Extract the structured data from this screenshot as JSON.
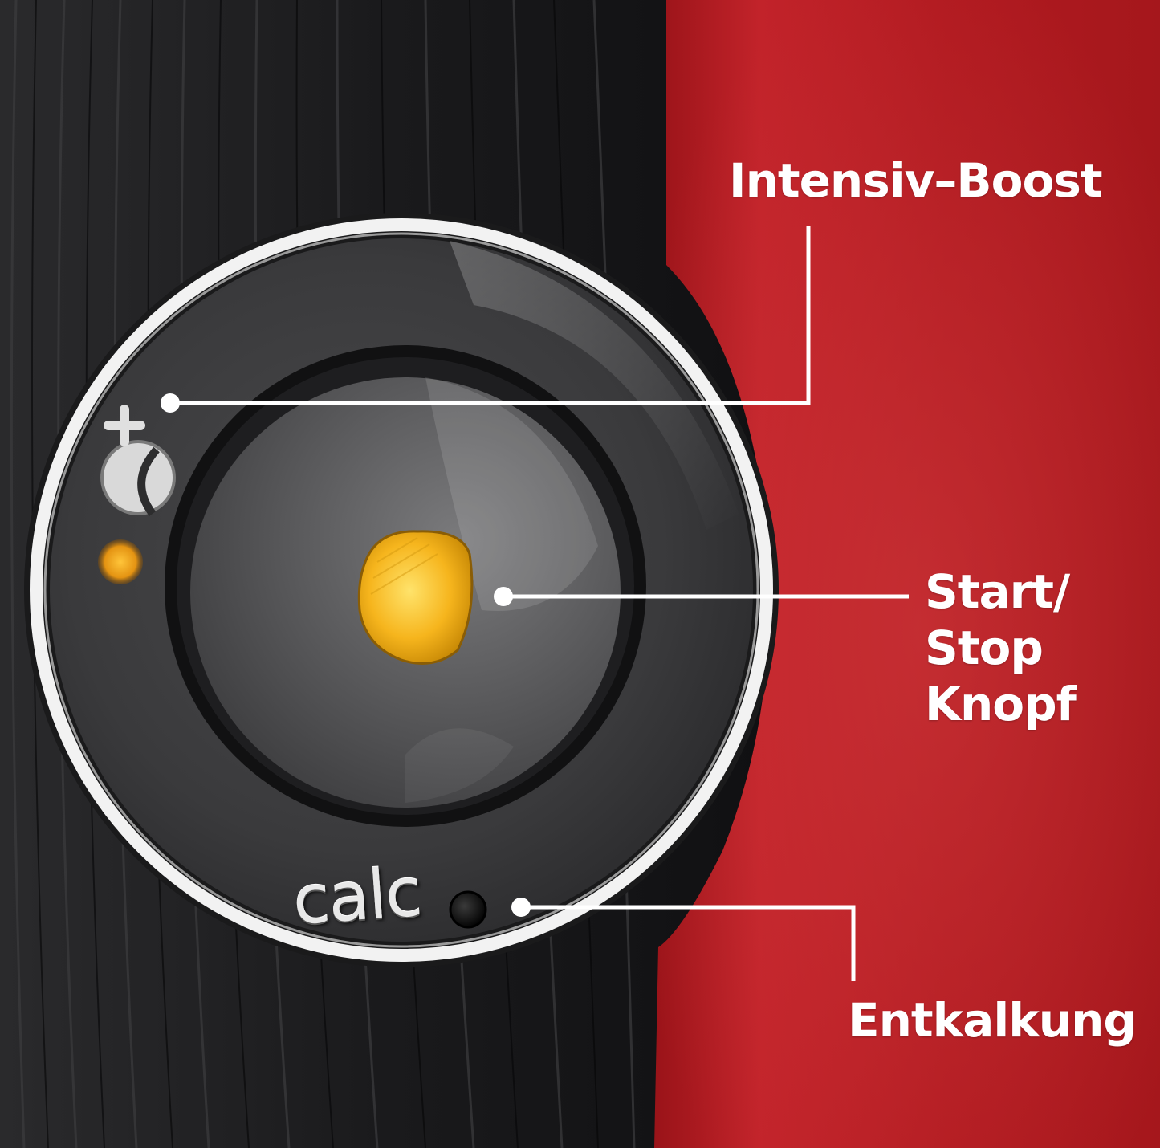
{
  "callouts": {
    "intensiv_boost": "Intensiv–Boost",
    "start_stop_line1": "Start/",
    "start_stop_line2": "Stop",
    "start_stop_line3": "Knopf",
    "descaling": "Entkalkung"
  },
  "panel": {
    "calc_label": "calc"
  },
  "icons": {
    "intensity": "coffee-bean-plus-icon",
    "power_led": "led-indicator-icon",
    "calc_led": "led-indicator-icon"
  },
  "colors": {
    "housing_red": "#b21a1e",
    "housing_black": "#1c1c1e",
    "ring_white": "#f2f2f2",
    "button_grey": "#5a5a5c",
    "led_yellow": "#f6b51d",
    "label_white": "#ffffff"
  }
}
